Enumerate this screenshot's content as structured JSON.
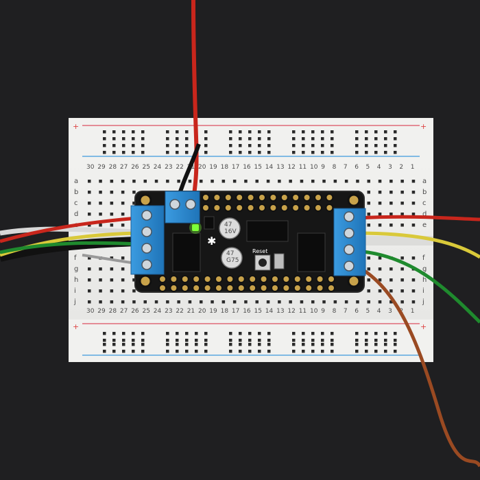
{
  "photo": {
    "breadboard": {
      "column_numbers": [
        "30",
        "29",
        "28",
        "27",
        "26",
        "25",
        "24",
        "23",
        "22",
        "21",
        "20",
        "19",
        "18",
        "17",
        "16",
        "15",
        "14",
        "13",
        "12",
        "11",
        "10",
        "9",
        "8",
        "7",
        "6",
        "5",
        "4",
        "3",
        "2",
        "1"
      ],
      "row_letters_top": [
        "a",
        "b",
        "c",
        "d",
        "e"
      ],
      "row_letters_bottom": [
        "f",
        "g",
        "h",
        "i",
        "j"
      ],
      "rail_plus": "+",
      "rail_minus": "-"
    },
    "board": {
      "reset_label": "Reset",
      "capacitor_label_1": "47",
      "capacitor_label_2": "16V",
      "capacitor_label_3": "G75",
      "power_led_color": "#7dff3a"
    },
    "wires": {
      "colors": {
        "red": "#c8261c",
        "black": "#111111",
        "yellow": "#d9c93a",
        "green": "#1f8a2e",
        "brown": "#9a4a22",
        "white": "#d8d8d8"
      }
    },
    "terminal_color": "#2f8fd6"
  }
}
